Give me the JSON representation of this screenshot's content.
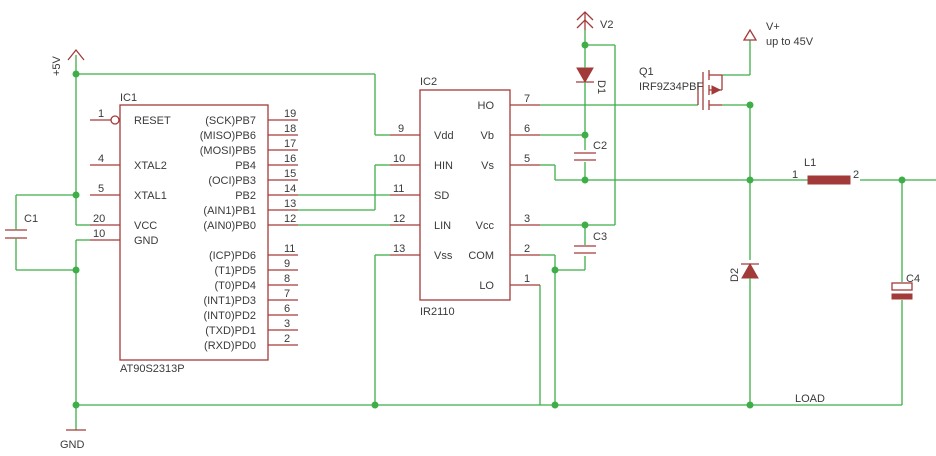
{
  "colors": {
    "wire": "#3fae49",
    "part": "#a33a3a",
    "text": "#3a3a3a",
    "background": "#ffffff"
  },
  "supplies": {
    "vcc5": "+5V",
    "v2": "V2",
    "vplus": "V+",
    "vplus_note": "up to 45V",
    "gnd": "GND"
  },
  "ic1": {
    "ref": "IC1",
    "value": "AT90S2313P",
    "left_pins": [
      {
        "num": "1",
        "name": "RESET"
      },
      {
        "num": "4",
        "name": "XTAL2"
      },
      {
        "num": "5",
        "name": "XTAL1"
      },
      {
        "num": "20",
        "name": "VCC"
      },
      {
        "num": "10",
        "name": "GND"
      }
    ],
    "right_pins": [
      {
        "num": "19",
        "name": "(SCK)PB7"
      },
      {
        "num": "18",
        "name": "(MISO)PB6"
      },
      {
        "num": "17",
        "name": "(MOSI)PB5"
      },
      {
        "num": "16",
        "name": "PB4"
      },
      {
        "num": "15",
        "name": "(OCI)PB3"
      },
      {
        "num": "14",
        "name": "PB2"
      },
      {
        "num": "13",
        "name": "(AIN1)PB1"
      },
      {
        "num": "12",
        "name": "(AIN0)PB0"
      },
      {
        "num": "11",
        "name": "(ICP)PD6"
      },
      {
        "num": "9",
        "name": "(T1)PD5"
      },
      {
        "num": "8",
        "name": "(T0)PD4"
      },
      {
        "num": "7",
        "name": "(INT1)PD3"
      },
      {
        "num": "6",
        "name": "(INT0)PD2"
      },
      {
        "num": "3",
        "name": "(TXD)PD1"
      },
      {
        "num": "2",
        "name": "(RXD)PD0"
      }
    ]
  },
  "ic2": {
    "ref": "IC2",
    "value": "IR2110",
    "left_pins": [
      {
        "num": "9",
        "name": "Vdd"
      },
      {
        "num": "10",
        "name": "HIN"
      },
      {
        "num": "11",
        "name": "SD"
      },
      {
        "num": "12",
        "name": "LIN"
      },
      {
        "num": "13",
        "name": "Vss"
      }
    ],
    "right_pins": [
      {
        "num": "7",
        "name": "HO"
      },
      {
        "num": "6",
        "name": "Vb"
      },
      {
        "num": "5",
        "name": "Vs"
      },
      {
        "num": "3",
        "name": "Vcc"
      },
      {
        "num": "2",
        "name": "COM"
      },
      {
        "num": "1",
        "name": "LO"
      }
    ]
  },
  "parts": {
    "c1": "C1",
    "c2": "C2",
    "c3": "C3",
    "c4": "C4",
    "d1": "D1",
    "d2": "D2",
    "l1": "L1",
    "l1_pin1": "1",
    "l1_pin2": "2",
    "q1_ref": "Q1",
    "q1_value": "IRF9Z34PBF",
    "load": "LOAD"
  }
}
